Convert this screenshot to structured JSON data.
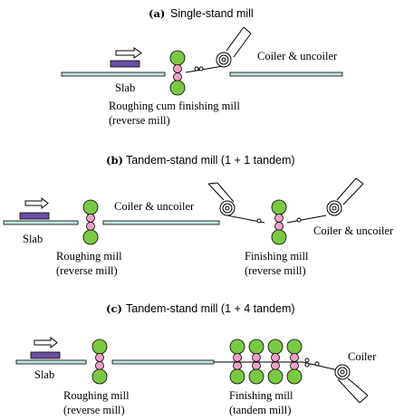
{
  "colors": {
    "roll_work": "#f0a0c8",
    "roll_backup": "#7ac943",
    "slab": "#6a4fa0",
    "strip": "#bfe3df",
    "line": "#000000"
  },
  "sections": {
    "a": {
      "letter": "(a)",
      "title": "Single-stand mill",
      "slab_label": "Slab",
      "mill_label_1": "Roughing cum finishing mill",
      "mill_label_2": "(reverse mill)",
      "coiler_label": "Coiler & uncoiler"
    },
    "b": {
      "letter": "(b)",
      "title": "Tandem-stand mill (1 + 1 tandem)",
      "slab_label": "Slab",
      "rough_label_1": "Roughing mill",
      "rough_label_2": "(reverse mill)",
      "coiler_mid_label": "Coiler & uncoiler",
      "finish_label_1": "Finishing mill",
      "finish_label_2": "(reverse mill)",
      "coiler_right_label": "Coiler & uncoiler"
    },
    "c": {
      "letter": "(c)",
      "title": "Tandem-stand mill (1 + 4 tandem)",
      "slab_label": "Slab",
      "rough_label_1": "Roughing mill",
      "rough_label_2": "(reverse mill)",
      "finish_label_1": "Finishing mill",
      "finish_label_2": "(tandem mill)",
      "coiler_label": "Coiler"
    }
  }
}
